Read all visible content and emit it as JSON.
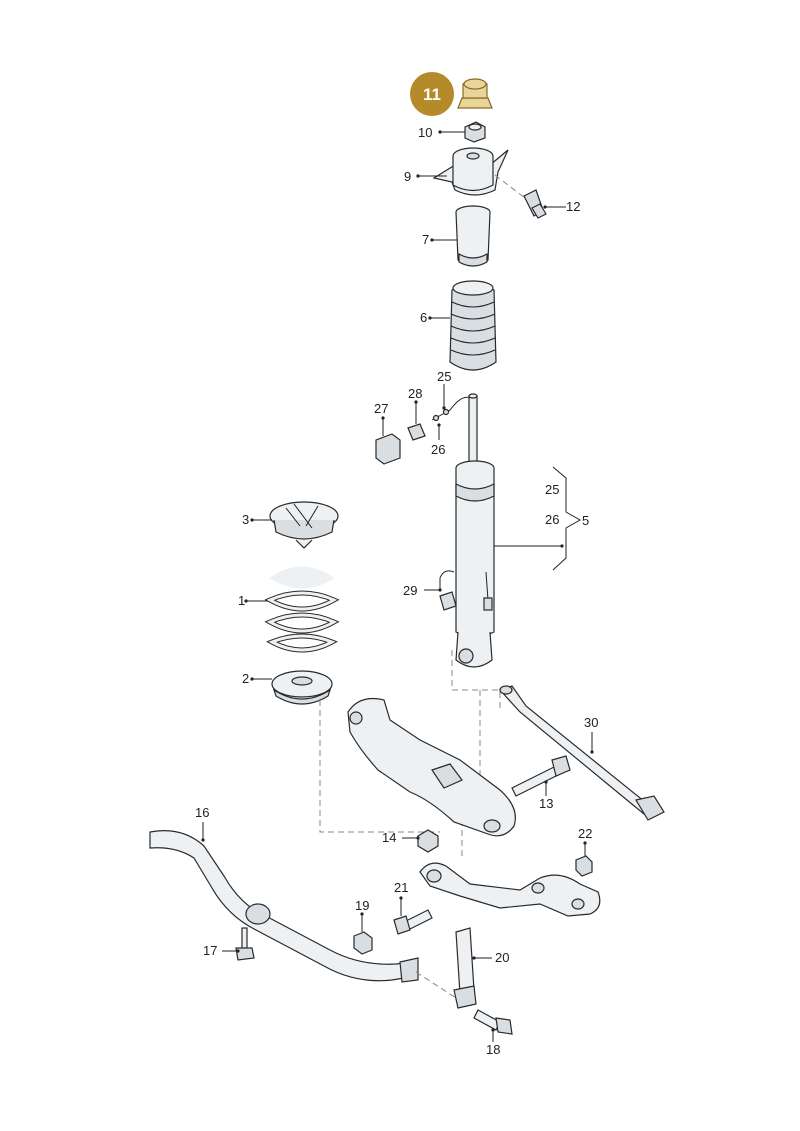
{
  "diagram": {
    "highlight": {
      "label": "11",
      "color": "#b48a2a",
      "text_color": "#ffffff"
    },
    "labels": [
      {
        "id": "10",
        "text": "10"
      },
      {
        "id": "9",
        "text": "9"
      },
      {
        "id": "12",
        "text": "12"
      },
      {
        "id": "7",
        "text": "7"
      },
      {
        "id": "6",
        "text": "6"
      },
      {
        "id": "25a",
        "text": "25"
      },
      {
        "id": "28",
        "text": "28"
      },
      {
        "id": "27",
        "text": "27"
      },
      {
        "id": "26a",
        "text": "26"
      },
      {
        "id": "25b",
        "text": "25"
      },
      {
        "id": "26b",
        "text": "26"
      },
      {
        "id": "5",
        "text": "5"
      },
      {
        "id": "3",
        "text": "3"
      },
      {
        "id": "1",
        "text": "1"
      },
      {
        "id": "29",
        "text": "29"
      },
      {
        "id": "2",
        "text": "2"
      },
      {
        "id": "30",
        "text": "30"
      },
      {
        "id": "13",
        "text": "13"
      },
      {
        "id": "16",
        "text": "16"
      },
      {
        "id": "14",
        "text": "14"
      },
      {
        "id": "22",
        "text": "22"
      },
      {
        "id": "21",
        "text": "21"
      },
      {
        "id": "19",
        "text": "19"
      },
      {
        "id": "17",
        "text": "17"
      },
      {
        "id": "20",
        "text": "20"
      },
      {
        "id": "18",
        "text": "18"
      }
    ]
  }
}
